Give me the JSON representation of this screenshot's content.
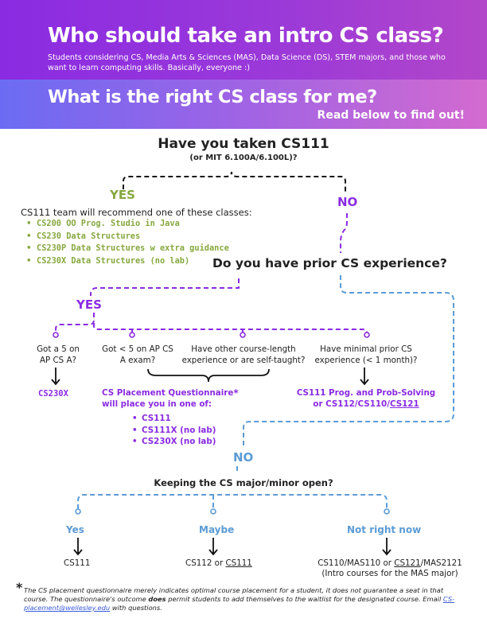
{
  "header": {
    "title": "Who should take an intro CS class?",
    "subtitle": "Students considering CS, Media Arts & Sciences (MAS), Data Science (DS), STEM majors, and those who want to learn computing skills. Basically, everyone :)",
    "title2": "What is the right CS class for me?",
    "read_below": "Read below to find out!"
  },
  "q1": {
    "title": "Have you taken CS111",
    "subtitle": "(or MIT 6.100A/6.100L)?",
    "yes": "YES",
    "no": "NO",
    "recommend": "CS111 team will recommend one of these classes:",
    "classes": [
      "CS200 OO Prog. Studio in Java",
      "CS230 Data Structures",
      "CS230P Data Structures w extra guidance",
      "CS230X Data Structures (no lab)"
    ]
  },
  "q2": {
    "title": "Do you have prior CS experience?",
    "yes": "YES",
    "no": "NO",
    "options": [
      "Got a 5 on AP CS A?",
      "Got < 5 on AP CS A exam?",
      "Have other course-length experience or are self-taught?",
      "Have minimal prior CS experience (< 1 month)?"
    ],
    "result1": "CS230X",
    "questionnaire": "CS Placement Questionnaire",
    "star": "*",
    "place_you": "will place you in one of:",
    "placements": [
      "CS111",
      "CS111X (no lab)",
      "CS230X (no lab)"
    ],
    "result4_line1": "CS111 Prog. and Prob-Solving",
    "result4_line2_pre": "or CS112/CS110/",
    "result4_line2_link": "CS121"
  },
  "q3": {
    "title": "Keeping the CS major/minor open?",
    "branches": [
      "Yes",
      "Maybe",
      "Not right now"
    ],
    "outcome1": "CS111",
    "outcome2_pre": "CS112 or ",
    "outcome2_link": "CS111",
    "outcome3_pre": "CS110/MAS110 or ",
    "outcome3_link": "CS121",
    "outcome3_post": "/MAS2121",
    "outcome3_note": "(Intro courses for the MAS major)"
  },
  "footnote": {
    "star": "*",
    "text1": "The CS placement questionnaire merely indicates optimal course placement for a student, it does not guarantee a seat in that course. The questionnaire's outcome ",
    "bold": "does",
    "text2": " permit students to add themselves to the waitlist for the designated course. Email ",
    "email": "CS-placement@wellesley.edu",
    "text3": " with questions."
  },
  "colors": {
    "purple": "#8a2be2",
    "green": "#86a83e",
    "blue": "#5b9bd5",
    "header_purple": "#9c3ad8",
    "header_gradient_end": "#d36ad0"
  }
}
